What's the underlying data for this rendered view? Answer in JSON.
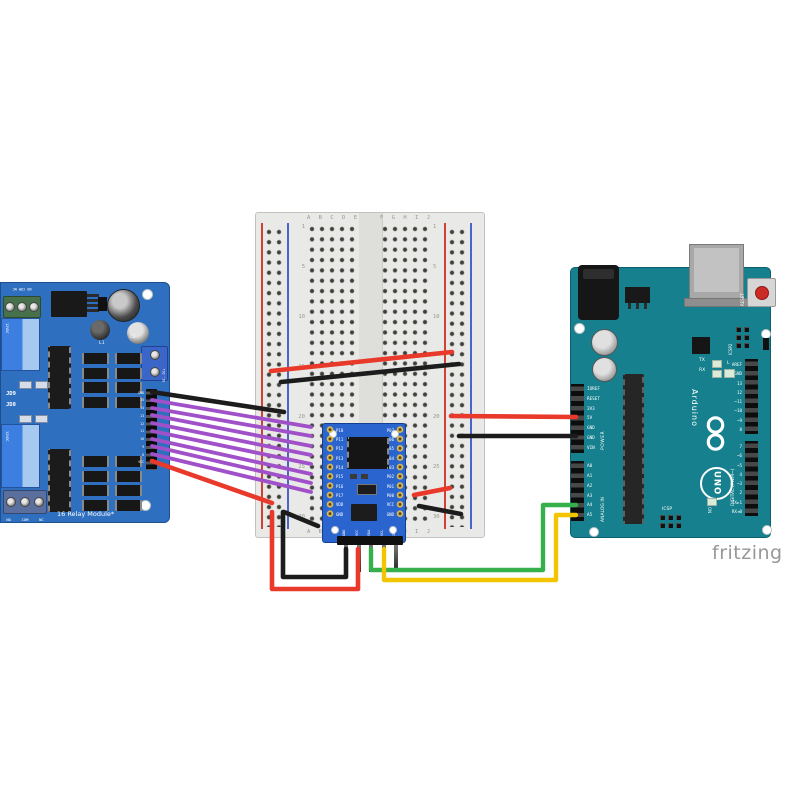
{
  "colors": {
    "wire_red": "#e8392b",
    "wire_black": "#1c1c1c",
    "wire_purple": "#a050c8",
    "wire_green": "#35b04b",
    "wire_yellow": "#f2c500",
    "relay_board_blue": "#2e6fc0",
    "arduino_teal": "#16808e",
    "module_blue": "#2a65cf",
    "breadboard_gray": "#e9e9e7"
  },
  "watermark": "fritzing",
  "relay_board": {
    "title": "16 Relay Module*",
    "jd_top": "JD9",
    "jd_bottom": "JD8",
    "terminal_top_label": "NO COM NC",
    "terminal_bottom_labels": [
      "NO",
      "COM",
      "NC"
    ],
    "dc_label": "DC-  DC+",
    "l1": "L1",
    "c2": "C2",
    "relay_top_text": "12VDC",
    "relay_bottom_text": "12VDC",
    "header_pins": [
      "GND",
      "15",
      "14",
      "13",
      "12",
      "11",
      "10",
      "9",
      "8",
      "VCC"
    ]
  },
  "breadboard": {
    "letters_left": [
      "A",
      "B",
      "C",
      "D",
      "E"
    ],
    "letters_right": [
      "F",
      "G",
      "H",
      "I",
      "J"
    ],
    "row_numbers": [
      "1",
      "5",
      "10",
      "15",
      "20",
      "25",
      "30"
    ]
  },
  "io_module": {
    "left_pins": [
      "P10",
      "P11",
      "P12",
      "P13",
      "P14",
      "P15",
      "P16",
      "P17",
      "VDD",
      "GND"
    ],
    "right_pins": [
      "P07",
      "P06",
      "P05",
      "P04",
      "P03",
      "P02",
      "P01",
      "P00",
      "VCC",
      "GND"
    ],
    "bottom_pins": [
      "GND",
      "VCC",
      "SDA",
      "SCL",
      "INT"
    ]
  },
  "arduino": {
    "brand": "Arduino",
    "model": "UNO",
    "reset_label": "RESET",
    "icsp2_label": "ICSP2",
    "icsp_label": "ICSP",
    "on_label": "ON",
    "tx_label": "TX",
    "rx_label": "RX",
    "l_label": "L",
    "group_power": "POWER",
    "group_analog": "ANALOG IN",
    "group_digital": "DIGITAL (PWM~)",
    "power_pins": [
      "IOREF",
      "RESET",
      "3V3",
      "5V",
      "GND",
      "GND",
      "VIN"
    ],
    "analog_pins": [
      "A0",
      "A1",
      "A2",
      "A3",
      "A4",
      "A5"
    ],
    "digital_pins_upper": [
      "AREF",
      "GND",
      "13",
      "12",
      "~11",
      "~10",
      "~9",
      "8"
    ],
    "digital_pins_lower": [
      "7",
      "~6",
      "~5",
      "4",
      "~3",
      "2",
      "TX►1",
      "RX◄0"
    ]
  }
}
